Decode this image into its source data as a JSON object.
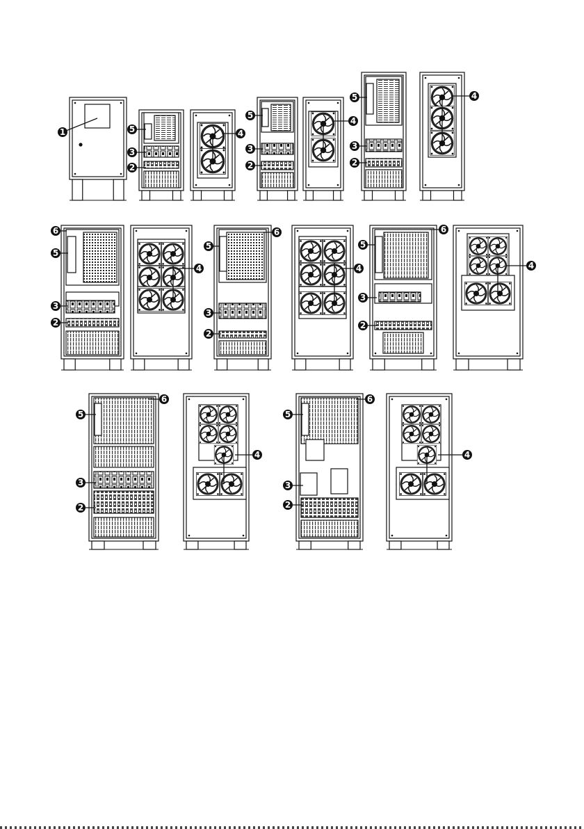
{
  "diagram": {
    "callout_labels": [
      "1",
      "2",
      "3",
      "4",
      "5",
      "6"
    ],
    "colors": {
      "line": "#1a1a1a",
      "panel": "#ffffff",
      "callout": "#111111"
    }
  }
}
